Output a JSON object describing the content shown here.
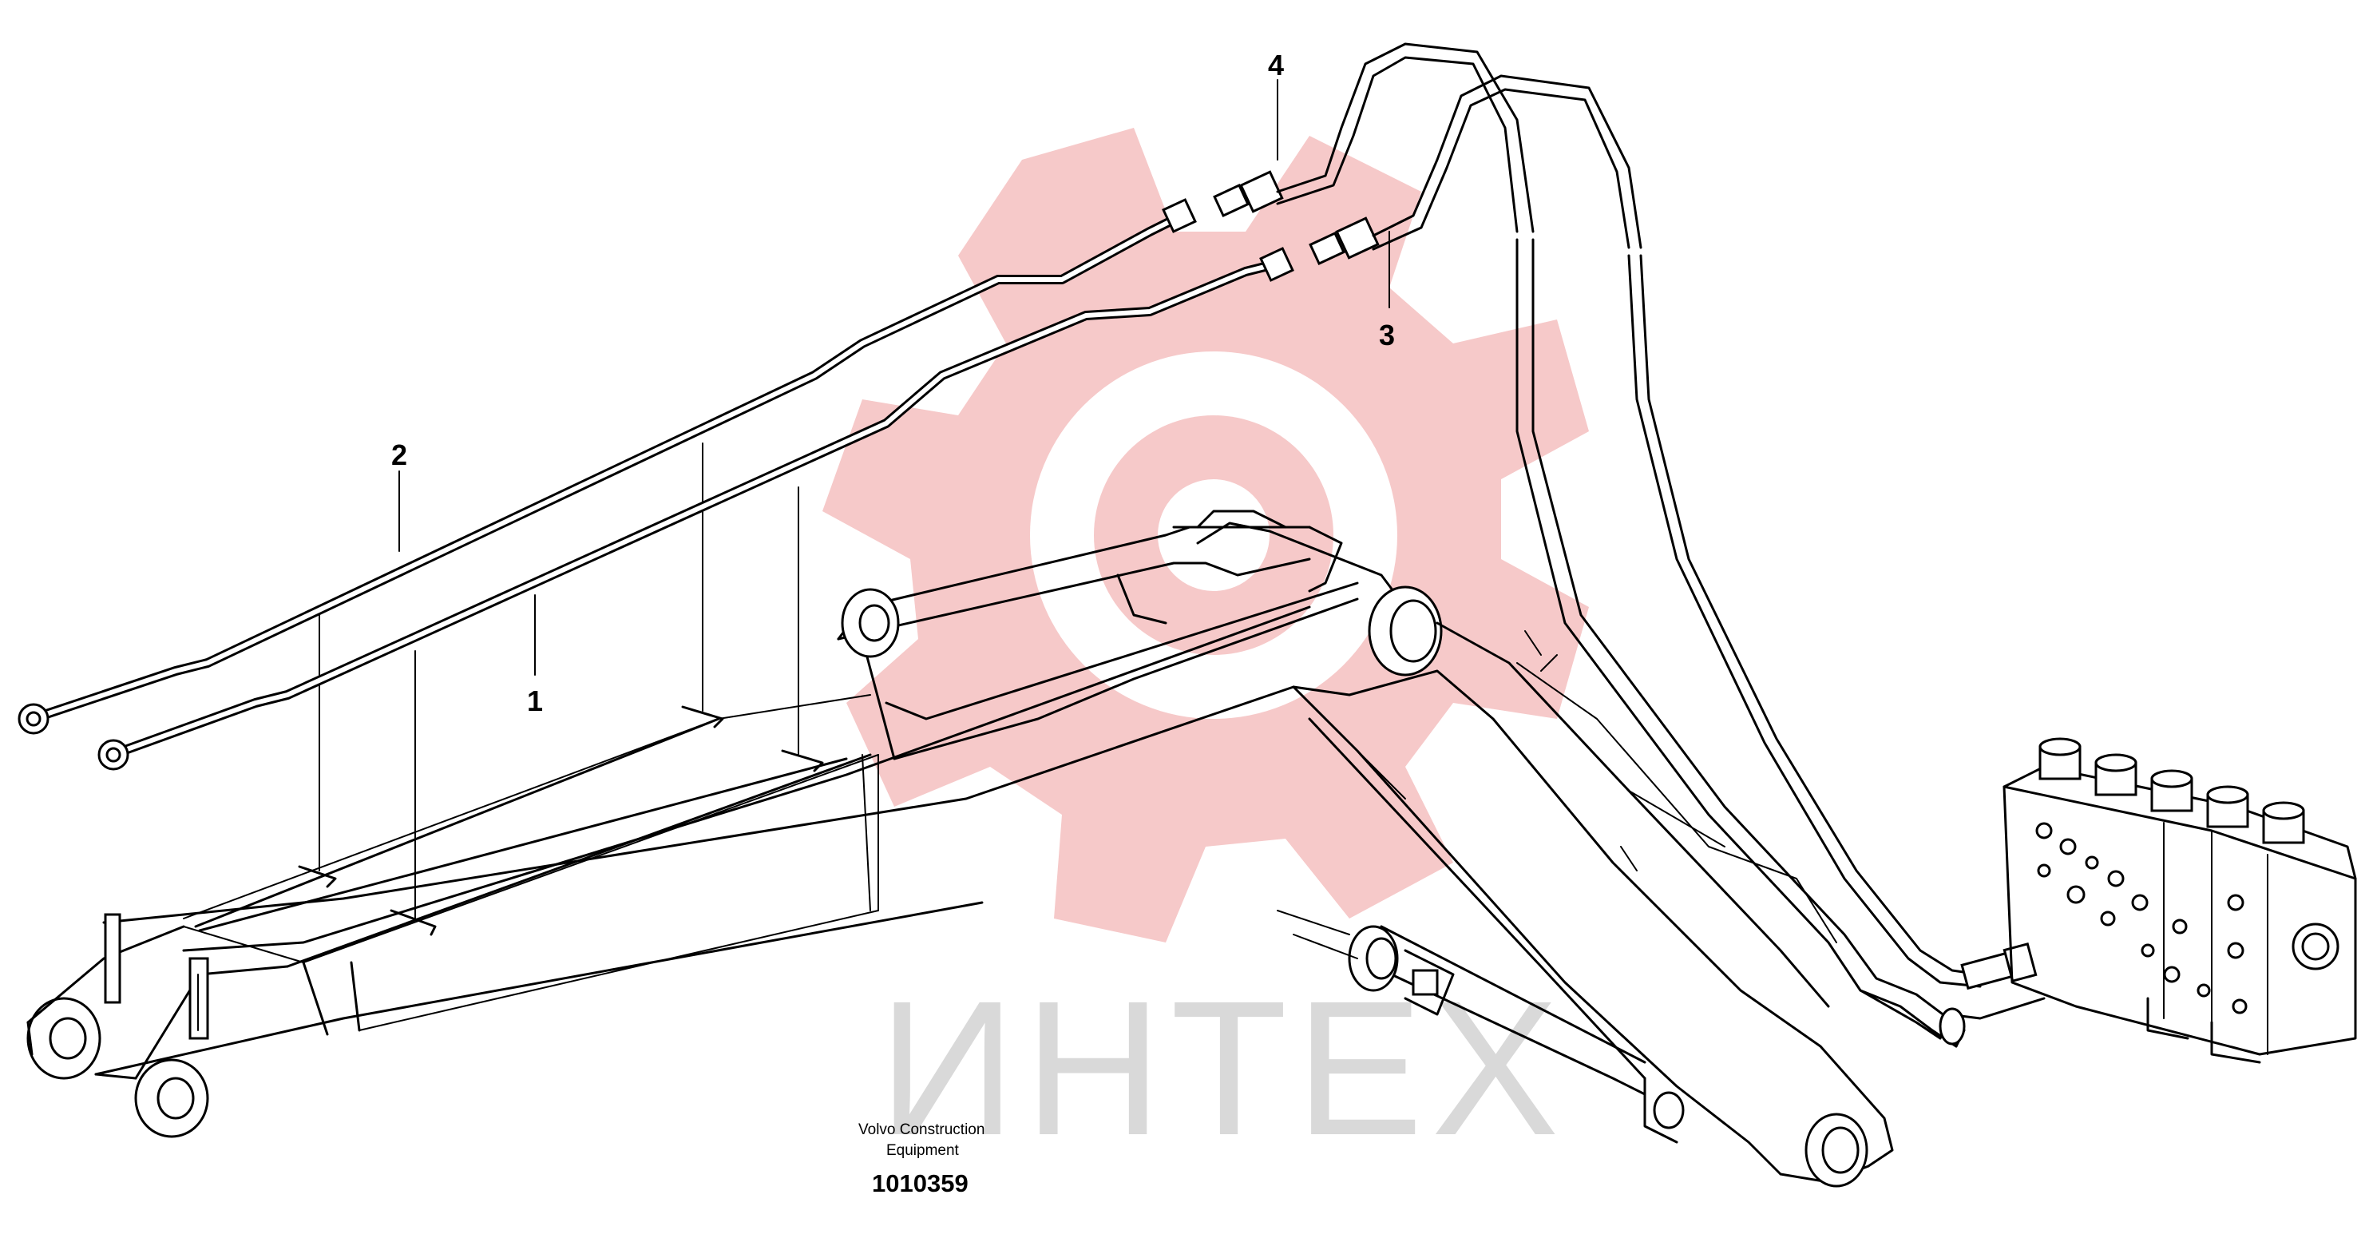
{
  "callouts": {
    "c1": "1",
    "c2": "2",
    "c3": "3",
    "c4": "4"
  },
  "caption": {
    "brand_line1": "Volvo Construction",
    "brand_line2": "Equipment",
    "part_number": "1010359"
  },
  "watermark": {
    "text": "ИНТЕХ"
  },
  "colors": {
    "line": "#000000",
    "watermark_gear": "#f6c9c9",
    "watermark_text": "#d9d9d9",
    "background": "#ffffff"
  }
}
